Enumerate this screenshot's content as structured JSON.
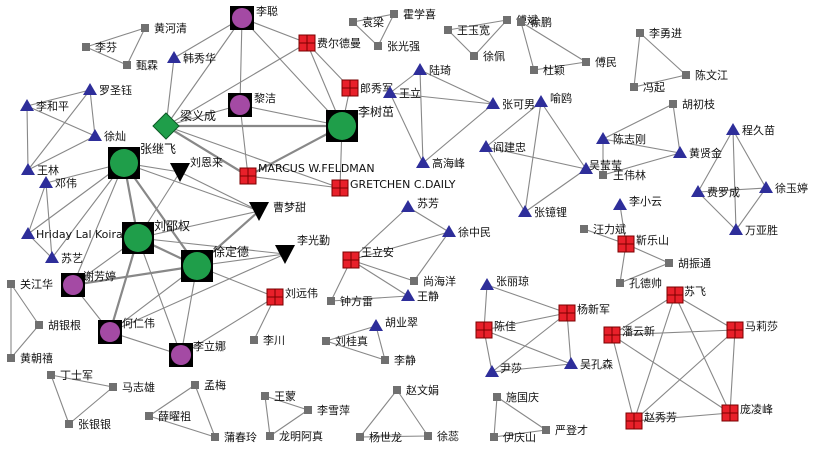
{
  "network": {
    "colors": {
      "green": "#1f9e4a",
      "purple": "#a44aa4",
      "red": "#e8202a",
      "blue": "#2e2e9a",
      "black": "#000000",
      "gray": "#707070",
      "edge": "#888888"
    },
    "nodes": [
      {
        "id": "黄河清",
        "label": "黄河清",
        "type": "gray-square"
      },
      {
        "id": "李芬",
        "label": "李芬",
        "type": "gray-square"
      },
      {
        "id": "甄霖",
        "label": "甄霖",
        "type": "gray-square"
      },
      {
        "id": "李聪",
        "label": "李聪",
        "type": "purple-circle"
      },
      {
        "id": "韩秀华",
        "label": "韩秀华",
        "type": "blue-triangle"
      },
      {
        "id": "费尔德曼",
        "label": "费尔德曼",
        "type": "red-cross-square"
      },
      {
        "id": "黎洁",
        "label": "黎洁",
        "type": "purple-circle"
      },
      {
        "id": "郎秀军",
        "label": "郎秀军",
        "type": "red-cross-square"
      },
      {
        "id": "梁义成",
        "label": "梁义成",
        "type": "green-diamond"
      },
      {
        "id": "李树茁",
        "label": "李树茁",
        "type": "green-circle"
      },
      {
        "id": "MARCUS W.FELDMAN",
        "label": "MARCUS W.FELDMAN",
        "type": "red-cross-square"
      },
      {
        "id": "GRETCHEN C.DAILY",
        "label": "GRETCHEN C.DAILY",
        "type": "red-cross-square"
      },
      {
        "id": "袁梁",
        "label": "袁梁",
        "type": "gray-square"
      },
      {
        "id": "霍学喜",
        "label": "霍学喜",
        "type": "gray-square"
      },
      {
        "id": "张光强",
        "label": "张光强",
        "type": "gray-square"
      },
      {
        "id": "王玉宽",
        "label": "王玉宽",
        "type": "gray-square"
      },
      {
        "id": "傅斌",
        "label": "傅斌",
        "type": "gray-square"
      },
      {
        "id": "徐佩",
        "label": "徐佩",
        "type": "gray-square"
      },
      {
        "id": "陆琦",
        "label": "陆琦",
        "type": "blue-triangle"
      },
      {
        "id": "王立",
        "label": "王立",
        "type": "blue-triangle"
      },
      {
        "id": "张可男",
        "label": "张可男",
        "type": "blue-triangle"
      },
      {
        "id": "高海峰",
        "label": "高海峰",
        "type": "blue-triangle"
      },
      {
        "id": "徐鹏",
        "label": "徐鹏",
        "type": "gray-square"
      },
      {
        "id": "杜颖",
        "label": "杜颖",
        "type": "gray-square"
      },
      {
        "id": "傅民",
        "label": "傅民",
        "type": "gray-square"
      },
      {
        "id": "李勇进",
        "label": "李勇进",
        "type": "gray-square"
      },
      {
        "id": "冯起",
        "label": "冯起",
        "type": "gray-square"
      },
      {
        "id": "陈文江",
        "label": "陈文江",
        "type": "gray-square"
      },
      {
        "id": "罗圣钰",
        "label": "罗圣钰",
        "type": "blue-triangle"
      },
      {
        "id": "李和平",
        "label": "李和平",
        "type": "blue-triangle"
      },
      {
        "id": "徐灿",
        "label": "徐灿",
        "type": "blue-triangle"
      },
      {
        "id": "王林",
        "label": "王林",
        "type": "blue-triangle"
      },
      {
        "id": "邓伟",
        "label": "邓伟",
        "type": "blue-triangle"
      },
      {
        "id": "Hriday Lal Koirala",
        "label": "Hriday Lal Koirala",
        "type": "blue-triangle"
      },
      {
        "id": "苏艺",
        "label": "苏艺",
        "type": "blue-triangle"
      },
      {
        "id": "张继飞",
        "label": "张继飞",
        "type": "green-circle"
      },
      {
        "id": "刘恩来",
        "label": "刘恩来",
        "type": "black-triangle"
      },
      {
        "id": "曹梦甜",
        "label": "曹梦甜",
        "type": "black-triangle"
      },
      {
        "id": "刘邵权",
        "label": "刘邵权",
        "type": "green-circle"
      },
      {
        "id": "徐定德",
        "label": "徐定德",
        "type": "green-circle"
      },
      {
        "id": "李光勤",
        "label": "李光勤",
        "type": "black-triangle"
      },
      {
        "id": "谢芳婷",
        "label": "谢芳婷",
        "type": "purple-circle"
      },
      {
        "id": "何仁伟",
        "label": "何仁伟",
        "type": "purple-circle"
      },
      {
        "id": "李立娜",
        "label": "李立娜",
        "type": "purple-circle"
      },
      {
        "id": "刘远伟",
        "label": "刘远伟",
        "type": "red-cross-square"
      },
      {
        "id": "李川",
        "label": "李川",
        "type": "gray-square"
      },
      {
        "id": "关江华",
        "label": "关江华",
        "type": "gray-square"
      },
      {
        "id": "胡银根",
        "label": "胡银根",
        "type": "gray-square"
      },
      {
        "id": "黄朝禧",
        "label": "黄朝禧",
        "type": "gray-square"
      },
      {
        "id": "丁士军",
        "label": "丁士军",
        "type": "gray-square"
      },
      {
        "id": "马志雄",
        "label": "马志雄",
        "type": "gray-square"
      },
      {
        "id": "张银银",
        "label": "张银银",
        "type": "gray-square"
      },
      {
        "id": "孟梅",
        "label": "孟梅",
        "type": "gray-square"
      },
      {
        "id": "薛曜祖",
        "label": "薛曜祖",
        "type": "gray-square"
      },
      {
        "id": "蒲春玲",
        "label": "蒲春玲",
        "type": "gray-square"
      },
      {
        "id": "王蒙",
        "label": "王蒙",
        "type": "gray-square"
      },
      {
        "id": "李雪萍",
        "label": "李雪萍",
        "type": "gray-square"
      },
      {
        "id": "龙明阿真",
        "label": "龙明阿真",
        "type": "gray-square"
      },
      {
        "id": "苏芳",
        "label": "苏芳",
        "type": "blue-triangle"
      },
      {
        "id": "徐中民",
        "label": "徐中民",
        "type": "blue-triangle"
      },
      {
        "id": "王立安",
        "label": "王立安",
        "type": "red-cross-square"
      },
      {
        "id": "尚海洋",
        "label": "尚海洋",
        "type": "gray-square"
      },
      {
        "id": "钟方雷",
        "label": "钟方雷",
        "type": "gray-square"
      },
      {
        "id": "王静",
        "label": "王静",
        "type": "blue-triangle"
      },
      {
        "id": "刘桂真",
        "label": "刘桂真",
        "type": "gray-square"
      },
      {
        "id": "胡业翠",
        "label": "胡业翠",
        "type": "blue-triangle"
      },
      {
        "id": "李静",
        "label": "李静",
        "type": "gray-square"
      },
      {
        "id": "赵文娟",
        "label": "赵文娟",
        "type": "gray-square"
      },
      {
        "id": "杨世龙",
        "label": "杨世龙",
        "type": "gray-square"
      },
      {
        "id": "徐蕊",
        "label": "徐蕊",
        "type": "gray-square"
      },
      {
        "id": "喻鸥",
        "label": "喻鸥",
        "type": "blue-triangle"
      },
      {
        "id": "阎建忠",
        "label": "阎建忠",
        "type": "blue-triangle"
      },
      {
        "id": "吴莹莹",
        "label": "吴莹莹",
        "type": "blue-triangle"
      },
      {
        "id": "张镱锂",
        "label": "张镱锂",
        "type": "blue-triangle"
      },
      {
        "id": "陈志刚",
        "label": "陈志刚",
        "type": "blue-triangle"
      },
      {
        "id": "胡初枝",
        "label": "胡初枝",
        "type": "gray-square"
      },
      {
        "id": "黄贤金",
        "label": "黄贤金",
        "type": "blue-triangle"
      },
      {
        "id": "王伟林",
        "label": "王伟林",
        "type": "gray-square"
      },
      {
        "id": "程久苗",
        "label": "程久苗",
        "type": "blue-triangle"
      },
      {
        "id": "费罗成",
        "label": "费罗成",
        "type": "blue-triangle"
      },
      {
        "id": "徐玉婷",
        "label": "徐玉婷",
        "type": "blue-triangle"
      },
      {
        "id": "万亚胜",
        "label": "万亚胜",
        "type": "blue-triangle"
      },
      {
        "id": "李小云",
        "label": "李小云",
        "type": "blue-triangle"
      },
      {
        "id": "汪力斌",
        "label": "汪力斌",
        "type": "gray-square"
      },
      {
        "id": "靳乐山",
        "label": "靳乐山",
        "type": "red-cross-square"
      },
      {
        "id": "胡振通",
        "label": "胡振通",
        "type": "gray-square"
      },
      {
        "id": "孔德帅",
        "label": "孔德帅",
        "type": "gray-square"
      },
      {
        "id": "张丽琼",
        "label": "张丽琼",
        "type": "blue-triangle"
      },
      {
        "id": "陈佳",
        "label": "陈佳",
        "type": "red-cross-square"
      },
      {
        "id": "杨新军",
        "label": "杨新军",
        "type": "red-cross-square"
      },
      {
        "id": "尹莎",
        "label": "尹莎",
        "type": "blue-triangle"
      },
      {
        "id": "吴孔森",
        "label": "吴孔森",
        "type": "blue-triangle"
      },
      {
        "id": "苏飞",
        "label": "苏飞",
        "type": "red-cross-square"
      },
      {
        "id": "潘云新",
        "label": "潘云新",
        "type": "red-cross-square"
      },
      {
        "id": "马莉莎",
        "label": "马莉莎",
        "type": "red-cross-square"
      },
      {
        "id": "赵秀芳",
        "label": "赵秀芳",
        "type": "red-cross-square"
      },
      {
        "id": "庞凌峰",
        "label": "庞凌峰",
        "type": "red-cross-square"
      },
      {
        "id": "施国庆",
        "label": "施国庆",
        "type": "gray-square"
      },
      {
        "id": "严登才",
        "label": "严登才",
        "type": "gray-square"
      },
      {
        "id": "伊庆山",
        "label": "伊庆山",
        "type": "gray-square"
      }
    ],
    "edges": [
      [
        "黄河清",
        "李芬"
      ],
      [
        "黄河清",
        "甄霖"
      ],
      [
        "李芬",
        "甄霖"
      ],
      [
        "李聪",
        "韩秀华"
      ],
      [
        "李聪",
        "费尔德曼"
      ],
      [
        "李聪",
        "黎洁"
      ],
      [
        "李聪",
        "李树茁"
      ],
      [
        "李聪",
        "梁义成"
      ],
      [
        "梁义成",
        "李树茁"
      ],
      [
        "梁义成",
        "黎洁"
      ],
      [
        "梁义成",
        "MARCUS W.FELDMAN"
      ],
      [
        "梁义成",
        "GRETCHEN C.DAILY"
      ],
      [
        "梁义成",
        "费尔德曼"
      ],
      [
        "梁义成",
        "韩秀华"
      ],
      [
        "李树茁",
        "郎秀军"
      ],
      [
        "李树茁",
        "费尔德曼"
      ],
      [
        "李树茁",
        "黎洁"
      ],
      [
        "李树茁",
        "MARCUS W.FELDMAN"
      ],
      [
        "李树茁",
        "GRETCHEN C.DAILY"
      ],
      [
        "MARCUS W.FELDMAN",
        "GRETCHEN C.DAILY"
      ],
      [
        "黎洁",
        "MARCUS W.FELDMAN"
      ],
      [
        "郎秀军",
        "费尔德曼"
      ],
      [
        "袁梁",
        "霍学喜"
      ],
      [
        "袁梁",
        "张光强"
      ],
      [
        "霍学喜",
        "张光强"
      ],
      [
        "王玉宽",
        "傅斌"
      ],
      [
        "王玉宽",
        "徐佩"
      ],
      [
        "傅斌",
        "徐佩"
      ],
      [
        "陆琦",
        "王立"
      ],
      [
        "陆琦",
        "张可男"
      ],
      [
        "王立",
        "张可男"
      ],
      [
        "王立",
        "高海峰"
      ],
      [
        "张可男",
        "高海峰"
      ],
      [
        "陆琦",
        "高海峰"
      ],
      [
        "徐鹏",
        "杜颖"
      ],
      [
        "徐鹏",
        "傅民"
      ],
      [
        "杜颖",
        "傅民"
      ],
      [
        "李勇进",
        "冯起"
      ],
      [
        "李勇进",
        "陈文江"
      ],
      [
        "冯起",
        "陈文江"
      ],
      [
        "罗圣钰",
        "李和平"
      ],
      [
        "罗圣钰",
        "王林"
      ],
      [
        "李和平",
        "徐灿"
      ],
      [
        "徐灿",
        "王林"
      ],
      [
        "李和平",
        "王林"
      ],
      [
        "罗圣钰",
        "徐灿"
      ],
      [
        "邓伟",
        "Hriday Lal Koirala"
      ],
      [
        "邓伟",
        "苏艺"
      ],
      [
        "邓伟",
        "张继飞"
      ],
      [
        "Hriday Lal Koirala",
        "苏艺"
      ],
      [
        "Hriday Lal Koirala",
        "张继飞"
      ],
      [
        "苏艺",
        "张继飞"
      ],
      [
        "张继飞",
        "刘恩来"
      ],
      [
        "张继飞",
        "刘邵权"
      ],
      [
        "张继飞",
        "徐定德"
      ],
      [
        "张继飞",
        "曹梦甜"
      ],
      [
        "张继飞",
        "谢芳婷"
      ],
      [
        "刘恩来",
        "曹梦甜"
      ],
      [
        "刘恩来",
        "刘邵权"
      ],
      [
        "刘邵权",
        "徐定德"
      ],
      [
        "刘邵权",
        "曹梦甜"
      ],
      [
        "刘邵权",
        "谢芳婷"
      ],
      [
        "刘邵权",
        "何仁伟"
      ],
      [
        "刘邵权",
        "李立娜"
      ],
      [
        "刘邵权",
        "李光勤"
      ],
      [
        "徐定德",
        "曹梦甜"
      ],
      [
        "徐定德",
        "李光勤"
      ],
      [
        "徐定德",
        "谢芳婷"
      ],
      [
        "徐定德",
        "何仁伟"
      ],
      [
        "徐定德",
        "李立娜"
      ],
      [
        "徐定德",
        "刘远伟"
      ],
      [
        "谢芳婷",
        "何仁伟"
      ],
      [
        "何仁伟",
        "李立娜"
      ],
      [
        "李立娜",
        "刘远伟"
      ],
      [
        "刘远伟",
        "李川"
      ],
      [
        "李光勤",
        "何仁伟"
      ],
      [
        "关江华",
        "胡银根"
      ],
      [
        "关江华",
        "黄朝禧"
      ],
      [
        "胡银根",
        "黄朝禧"
      ],
      [
        "丁士军",
        "马志雄"
      ],
      [
        "丁士军",
        "张银银"
      ],
      [
        "马志雄",
        "张银银"
      ],
      [
        "孟梅",
        "薛曜祖"
      ],
      [
        "孟梅",
        "蒲春玲"
      ],
      [
        "薛曜祖",
        "蒲春玲"
      ],
      [
        "王蒙",
        "李雪萍"
      ],
      [
        "王蒙",
        "龙明阿真"
      ],
      [
        "李雪萍",
        "龙明阿真"
      ],
      [
        "苏芳",
        "徐中民"
      ],
      [
        "苏芳",
        "王立安"
      ],
      [
        "徐中民",
        "王立安"
      ],
      [
        "王立安",
        "尚海洋"
      ],
      [
        "王立安",
        "钟方雷"
      ],
      [
        "王立安",
        "王静"
      ],
      [
        "徐中民",
        "尚海洋"
      ],
      [
        "钟方雷",
        "王静"
      ],
      [
        "刘桂真",
        "胡业翠"
      ],
      [
        "刘桂真",
        "李静"
      ],
      [
        "胡业翠",
        "李静"
      ],
      [
        "赵文娟",
        "杨世龙"
      ],
      [
        "赵文娟",
        "徐蕊"
      ],
      [
        "杨世龙",
        "徐蕊"
      ],
      [
        "喻鸥",
        "阎建忠"
      ],
      [
        "喻鸥",
        "吴莹莹"
      ],
      [
        "喻鸥",
        "张镱锂"
      ],
      [
        "阎建忠",
        "吴莹莹"
      ],
      [
        "阎建忠",
        "张镱锂"
      ],
      [
        "吴莹莹",
        "张镱锂"
      ],
      [
        "陈志刚",
        "胡初枝"
      ],
      [
        "陈志刚",
        "黄贤金"
      ],
      [
        "陈志刚",
        "王伟林"
      ],
      [
        "胡初枝",
        "黄贤金"
      ],
      [
        "黄贤金",
        "王伟林"
      ],
      [
        "程久苗",
        "费罗成"
      ],
      [
        "程久苗",
        "徐玉婷"
      ],
      [
        "程久苗",
        "万亚胜"
      ],
      [
        "费罗成",
        "徐玉婷"
      ],
      [
        "费罗成",
        "万亚胜"
      ],
      [
        "徐玉婷",
        "万亚胜"
      ],
      [
        "李小云",
        "靳乐山"
      ],
      [
        "汪力斌",
        "靳乐山"
      ],
      [
        "靳乐山",
        "胡振通"
      ],
      [
        "靳乐山",
        "孔德帅"
      ],
      [
        "胡振通",
        "孔德帅"
      ],
      [
        "张丽琼",
        "陈佳"
      ],
      [
        "张丽琼",
        "杨新军"
      ],
      [
        "陈佳",
        "杨新军"
      ],
      [
        "陈佳",
        "尹莎"
      ],
      [
        "陈佳",
        "吴孔森"
      ],
      [
        "杨新军",
        "尹莎"
      ],
      [
        "杨新军",
        "吴孔森"
      ],
      [
        "尹莎",
        "吴孔森"
      ],
      [
        "苏飞",
        "潘云新"
      ],
      [
        "苏飞",
        "马莉莎"
      ],
      [
        "苏飞",
        "赵秀芳"
      ],
      [
        "苏飞",
        "庞凌峰"
      ],
      [
        "潘云新",
        "马莉莎"
      ],
      [
        "潘云新",
        "赵秀芳"
      ],
      [
        "潘云新",
        "庞凌峰"
      ],
      [
        "马莉莎",
        "赵秀芳"
      ],
      [
        "马莉莎",
        "庞凌峰"
      ],
      [
        "赵秀芳",
        "庞凌峰"
      ],
      [
        "施国庆",
        "严登才"
      ],
      [
        "施国庆",
        "伊庆山"
      ],
      [
        "严登才",
        "伊庆山"
      ]
    ]
  }
}
